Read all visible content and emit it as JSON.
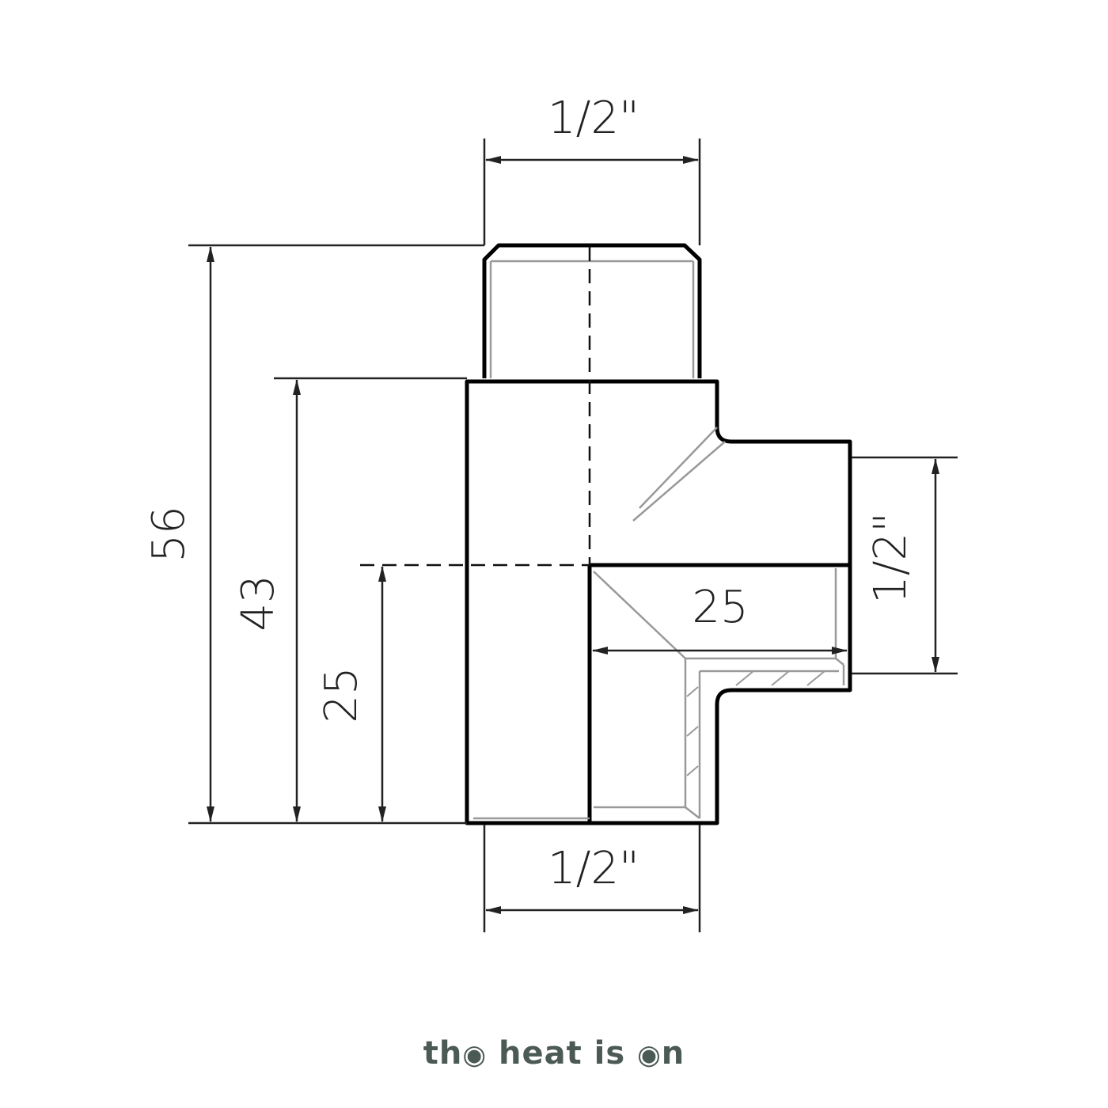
{
  "dimensions": {
    "top_width": "1/2\"",
    "bottom_width": "1/2\"",
    "right_height": "1/2\"",
    "overall_height": "56",
    "body_height": "43",
    "center_height": "25",
    "branch_length": "25"
  },
  "brand": {
    "part1": "th",
    "part2": "heat is",
    "part3": "n",
    "icon1": "plug-icon",
    "icon2": "plug-icon"
  },
  "colors": {
    "outline": "#000000",
    "dimension": "#222222",
    "hidden": "#999999",
    "brand": "#4c5a56"
  }
}
